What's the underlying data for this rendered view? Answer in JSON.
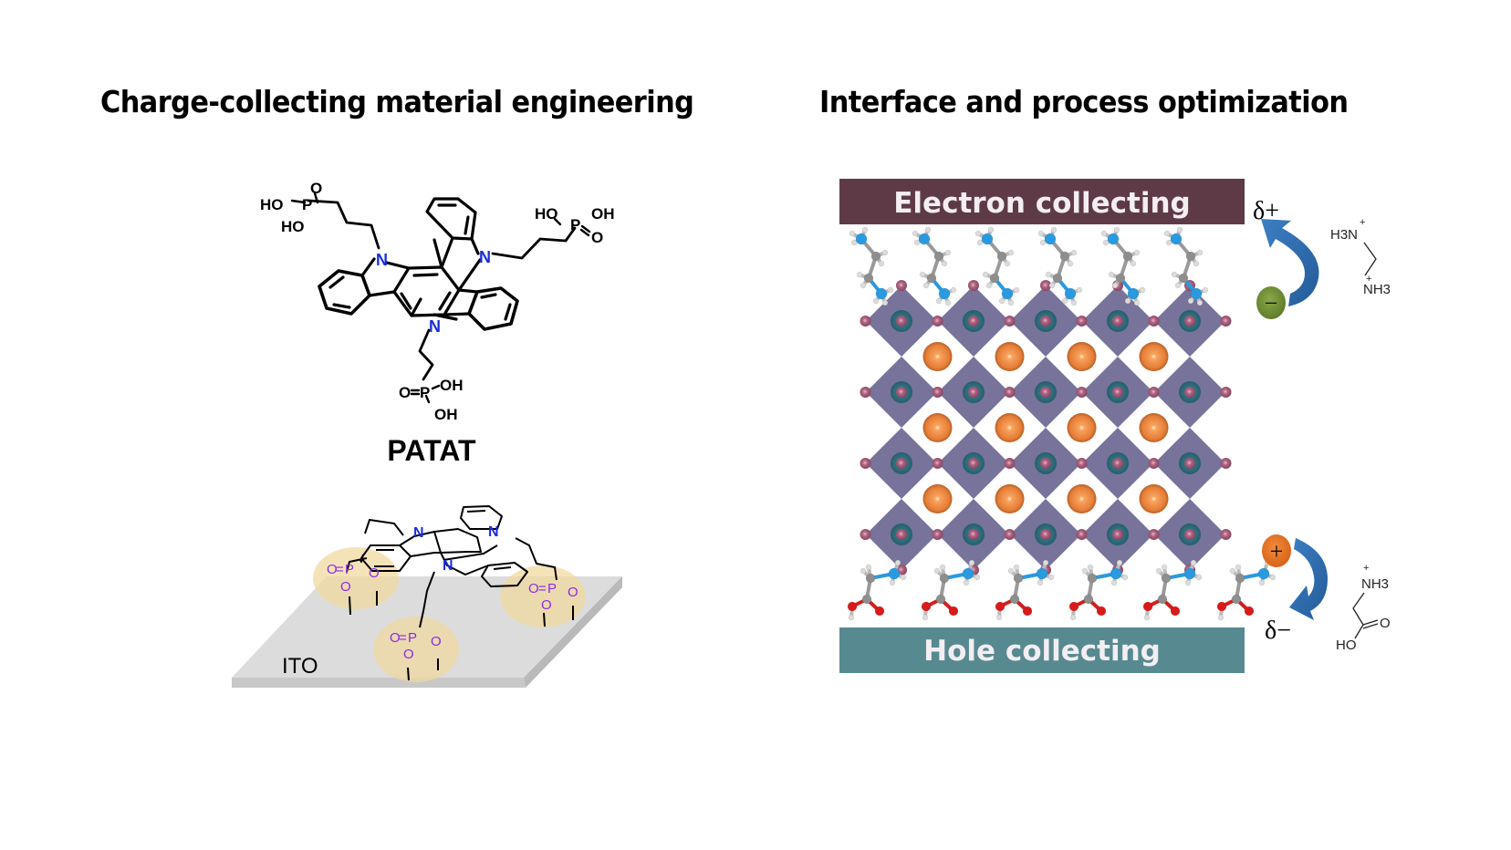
{
  "titles": {
    "left": "Charge-collecting material engineering",
    "right": "Interface and process optimization"
  },
  "left_panel": {
    "molecule_name": "PATAT",
    "nitrogen_label": "N",
    "phosphonic_groups": [
      {
        "p": "P",
        "o": "O",
        "oh1": "HO",
        "oh2": "HO"
      },
      {
        "p": "P",
        "o": "O",
        "oh1": "HO",
        "oh2": "OH"
      },
      {
        "p": "P",
        "o": "O",
        "oh1": "OH",
        "oh2": "OH"
      }
    ],
    "anchored_group_labels": {
      "p": "P",
      "o": "O"
    },
    "substrate_label": "ITO"
  },
  "right_panel": {
    "top_bar": {
      "label": "Electron collecting",
      "color": "#5e3a47"
    },
    "bottom_bar": {
      "label": "Hole collecting",
      "color": "#578a90"
    },
    "top_charge": {
      "delta": "δ+",
      "carrier_symbol": "−",
      "carrier_color": "#6e8b32"
    },
    "bottom_charge": {
      "delta": "δ−",
      "carrier_symbol": "+",
      "carrier_color": "#e2711d"
    },
    "top_molecule": {
      "n1": "H3N",
      "n2": "NH3",
      "charge": "+"
    },
    "bottom_molecule": {
      "n1": "NH3",
      "charge": "+",
      "oh": "HO",
      "o": "O"
    },
    "arrow_color": "#2f6db0",
    "lattice_colors": {
      "octahedron": "#77739a",
      "a_site": "#e98a43",
      "halide": "#a35a78",
      "b_site_halo": "#2f6b78"
    }
  }
}
